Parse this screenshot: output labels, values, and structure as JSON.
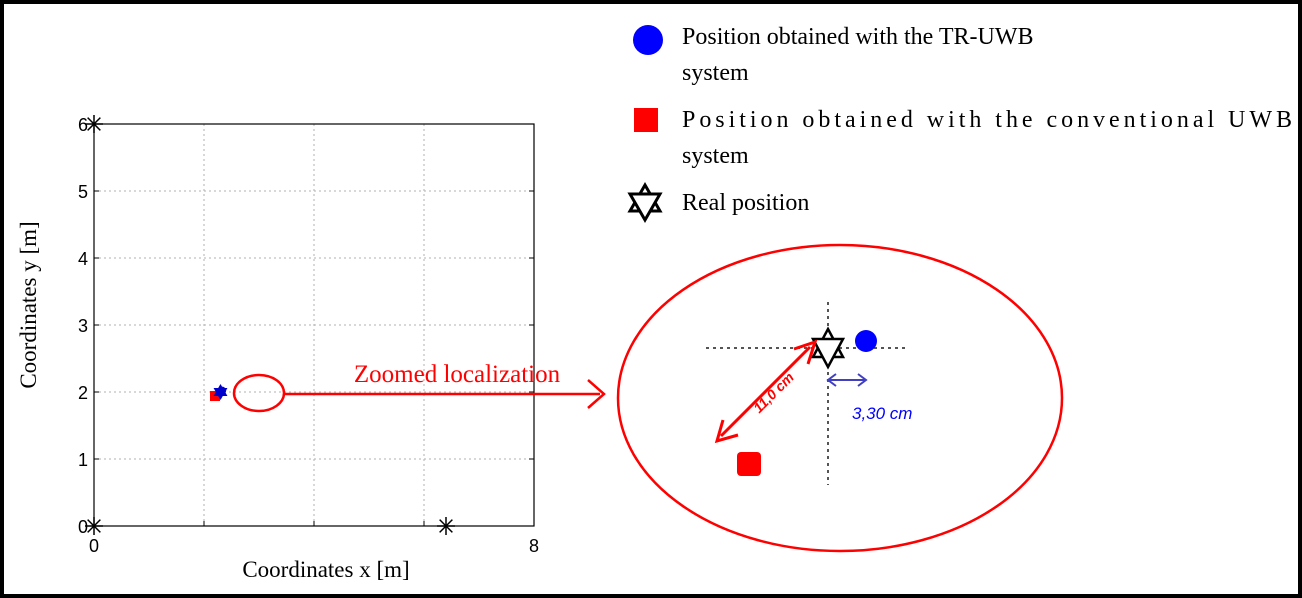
{
  "chart_data": {
    "type": "scatter",
    "xlabel": "Coordinates x [m]",
    "ylabel": "Coordinates y [m]",
    "xlim": [
      0,
      8
    ],
    "ylim": [
      0,
      6
    ],
    "x_ticks": [
      0,
      8
    ],
    "y_ticks": [
      0,
      1,
      2,
      3,
      4,
      5,
      6
    ],
    "grid": true,
    "anchors": [
      {
        "x": 0,
        "y": 6
      },
      {
        "x": 0,
        "y": 0
      },
      {
        "x": 6.4,
        "y": 0
      }
    ],
    "series": [
      {
        "name": "Position obtained with the TR-UWB system",
        "marker": "circle",
        "color": "#0000ff",
        "x": 2.33,
        "y": 2.02
      },
      {
        "name": "Position obtained with the conventional UWB system",
        "marker": "square",
        "color": "#ff0000",
        "x": 2.2,
        "y": 1.94
      },
      {
        "name": "Real position",
        "marker": "hexagram",
        "color": "#000000",
        "x": 2.3,
        "y": 2.0
      }
    ],
    "legend_position": "top-right"
  },
  "annotations": {
    "zoom_label": "Zoomed localization",
    "distance_conventional": "11,0 cm",
    "distance_tr": "3,30 cm"
  },
  "legend": {
    "tr_line1": "Position obtained with the TR-UWB",
    "tr_line2": "system",
    "conv_line1": "Position obtained with the conventional UWB",
    "conv_line2": "system",
    "real": "Real position"
  },
  "colors": {
    "tr": "#0000ff",
    "conv": "#ff0000",
    "accent": "#ff0000",
    "distance_tr": "#0000ff"
  }
}
